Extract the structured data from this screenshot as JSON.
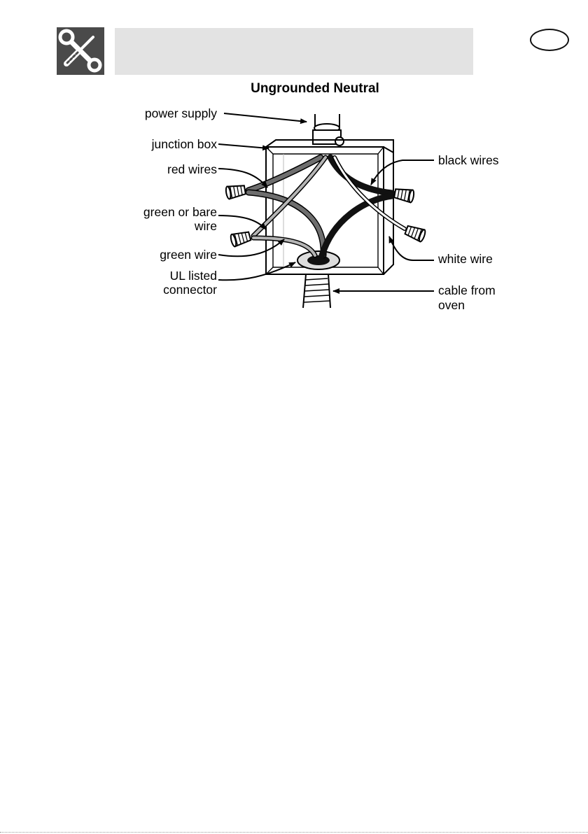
{
  "diagram": {
    "title": "Ungrounded Neutral",
    "labels": {
      "power_supply": "power supply",
      "junction_box": "junction box",
      "red_wires": "red wires",
      "green_or_bare_1": "green or bare",
      "green_or_bare_2": "wire",
      "green_wire": "green wire",
      "ul_listed_1": "UL listed",
      "ul_listed_2": "connector",
      "black_wires": "black wires",
      "white_wire": "white wire",
      "cable_from_1": "cable from",
      "cable_from_2": "oven"
    }
  }
}
